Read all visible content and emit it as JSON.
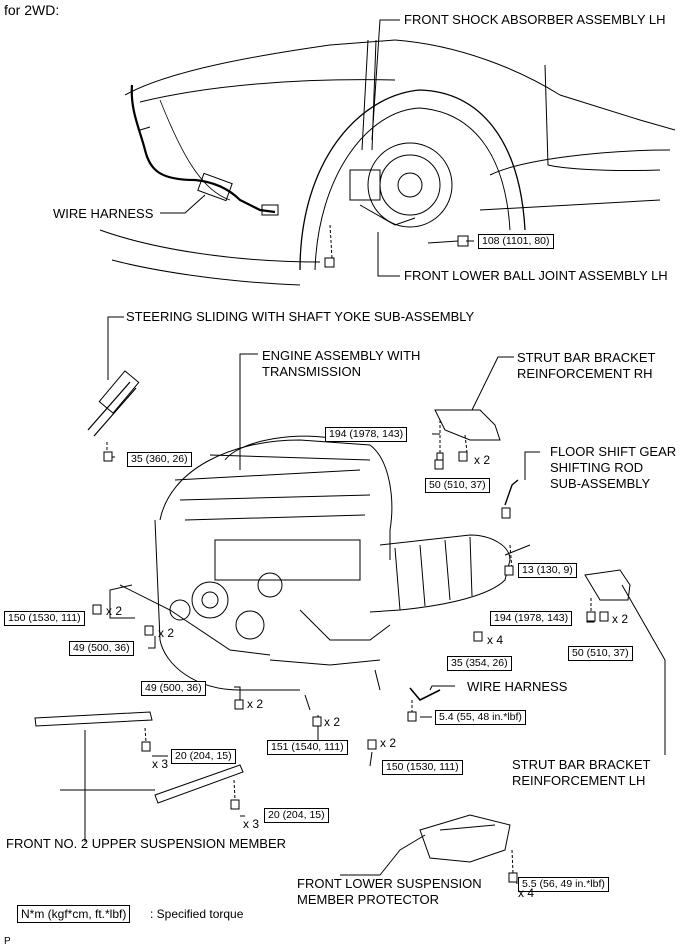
{
  "title": "for 2WD:",
  "corner_mark": "P",
  "legend": {
    "box": "N*m (kgf*cm, ft.*lbf)",
    "text": ": Specified torque"
  },
  "labels": {
    "front_shock": "FRONT SHOCK ABSORBER ASSEMBLY LH",
    "wire_harness_top": "WIRE HARNESS",
    "front_lower_ball_joint": "FRONT LOWER BALL JOINT ASSEMBLY LH",
    "steering_sliding": "STEERING SLIDING WITH SHAFT YOKE SUB-ASSEMBLY",
    "engine_assembly_1": "ENGINE ASSEMBLY WITH",
    "engine_assembly_2": "TRANSMISSION",
    "strut_rh_1": "STRUT BAR BRACKET",
    "strut_rh_2": "REINFORCEMENT RH",
    "floor_shift_1": "FLOOR SHIFT GEAR",
    "floor_shift_2": "SHIFTING ROD",
    "floor_shift_3": "SUB-ASSEMBLY",
    "wire_harness_mid": "WIRE HARNESS",
    "strut_lh_1": "STRUT BAR BRACKET",
    "strut_lh_2": "REINFORCEMENT LH",
    "front_no2_upper": "FRONT NO. 2 UPPER SUSPENSION MEMBER",
    "front_lower_protector_1": "FRONT LOWER SUSPENSION",
    "front_lower_protector_2": "MEMBER PROTECTOR"
  },
  "torques": {
    "t108": "108 (1101, 80)",
    "t35a": "35 (360, 26)",
    "t194a": "194 (1978, 143)",
    "t50a": "50 (510, 37)",
    "t13": "13 (130, 9)",
    "t150a": "150 (1530, 111)",
    "t49a": "49 (500, 36)",
    "t194b": "194 (1978, 143)",
    "t50b": "50 (510, 37)",
    "t35b": "35 (354, 26)",
    "t49b": "49 (500, 36)",
    "t54": "5.4 (55, 48 in.*lbf)",
    "t20a": "20 (204, 15)",
    "t151": "151 (1540, 111)",
    "t150b": "150 (1530, 111)",
    "t20b": "20 (204, 15)",
    "t55": "5.5 (56, 49 in.*lbf)"
  },
  "multipliers": {
    "m_x2_strut_rh": "x 2",
    "m_x2_150": "x 2",
    "m_x2_49": "x 2",
    "m_x2_strut_lh": "x 2",
    "m_x4_35": "x 4",
    "m_x2_49b": "x 2",
    "m_x2_151": "x 2",
    "m_x2_150b": "x 2",
    "m_x3_a": "x 3",
    "m_x3_b": "x 3",
    "m_x4_55": "x 4"
  }
}
